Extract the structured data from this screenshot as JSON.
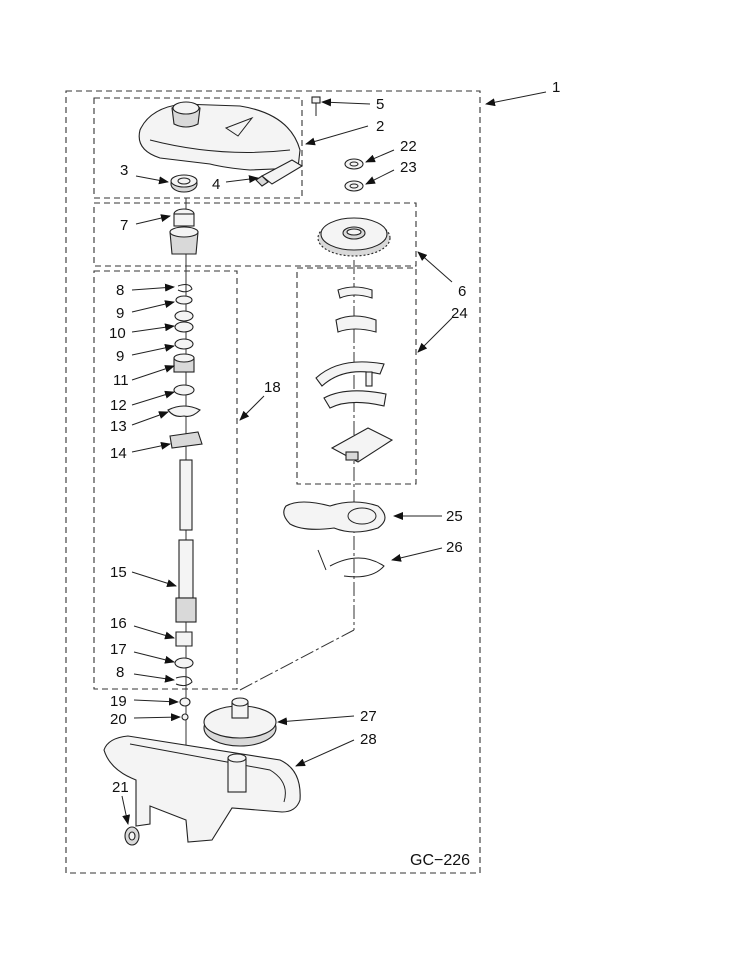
{
  "diagram": {
    "code": "GC−226",
    "callouts": [
      {
        "id": "c1",
        "text": "1"
      },
      {
        "id": "c2",
        "text": "2"
      },
      {
        "id": "c3",
        "text": "3"
      },
      {
        "id": "c4",
        "text": "4"
      },
      {
        "id": "c5",
        "text": "5"
      },
      {
        "id": "c6",
        "text": "6"
      },
      {
        "id": "c7",
        "text": "7"
      },
      {
        "id": "c8a",
        "text": "8"
      },
      {
        "id": "c9a",
        "text": "9"
      },
      {
        "id": "c10",
        "text": "10"
      },
      {
        "id": "c9b",
        "text": "9"
      },
      {
        "id": "c11",
        "text": "11"
      },
      {
        "id": "c12",
        "text": "12"
      },
      {
        "id": "c13",
        "text": "13"
      },
      {
        "id": "c14",
        "text": "14"
      },
      {
        "id": "c15",
        "text": "15"
      },
      {
        "id": "c16",
        "text": "16"
      },
      {
        "id": "c17",
        "text": "17"
      },
      {
        "id": "c8b",
        "text": "8"
      },
      {
        "id": "c18",
        "text": "18"
      },
      {
        "id": "c19",
        "text": "19"
      },
      {
        "id": "c20",
        "text": "20"
      },
      {
        "id": "c21",
        "text": "21"
      },
      {
        "id": "c22",
        "text": "22"
      },
      {
        "id": "c23",
        "text": "23"
      },
      {
        "id": "c24",
        "text": "24"
      },
      {
        "id": "c25",
        "text": "25"
      },
      {
        "id": "c26",
        "text": "26"
      },
      {
        "id": "c27",
        "text": "27"
      },
      {
        "id": "c28",
        "text": "28"
      }
    ]
  }
}
